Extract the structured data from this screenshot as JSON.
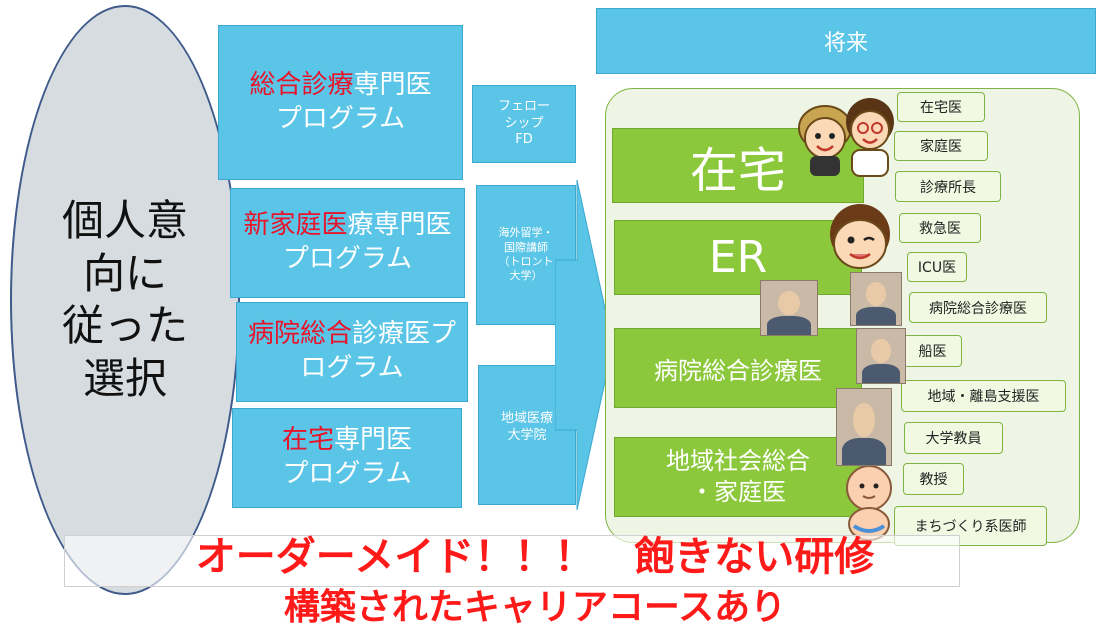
{
  "left_oval": {
    "lines": [
      "個人意",
      "向に",
      "従った",
      "選択"
    ]
  },
  "programs": [
    {
      "red": "総合診療",
      "normal": "専門医",
      "line2": "プログラム"
    },
    {
      "red": "新家庭医",
      "normal": "療専門医",
      "line2": "プログラム"
    },
    {
      "red": "病院総合",
      "normal": "診療医プ",
      "line2": "ログラム"
    },
    {
      "red": "在宅",
      "normal": "専門医",
      "line2": "プログラム"
    }
  ],
  "mid_boxes": {
    "fellowship": [
      "フェロー",
      "シップ",
      "FD"
    ],
    "overseas": [
      "海外留学・",
      "国際講師",
      "（トロント",
      "大学）"
    ],
    "graduate": [
      "地域医療",
      "大学院"
    ]
  },
  "future_label": "将来",
  "career_fields": [
    "在宅",
    "ER",
    "病院総合診療医",
    "地域社会総合",
    "・家庭医"
  ],
  "roles": [
    "在宅医",
    "家庭医",
    "診療所長",
    "救急医",
    "ICU医",
    "病院総合診療医",
    "船医",
    "地域・離島支援医",
    "大学教員",
    "教授",
    "まちづくり系医師"
  ],
  "banner": {
    "line1": "オーダーメイド！！！　飽きない研修",
    "line2": "構築されたキャリアコースあり"
  },
  "colors": {
    "blue": "#5bc5e8",
    "green": "#8cc83c",
    "red": "#e8142a",
    "oval": "#d7dce0"
  }
}
